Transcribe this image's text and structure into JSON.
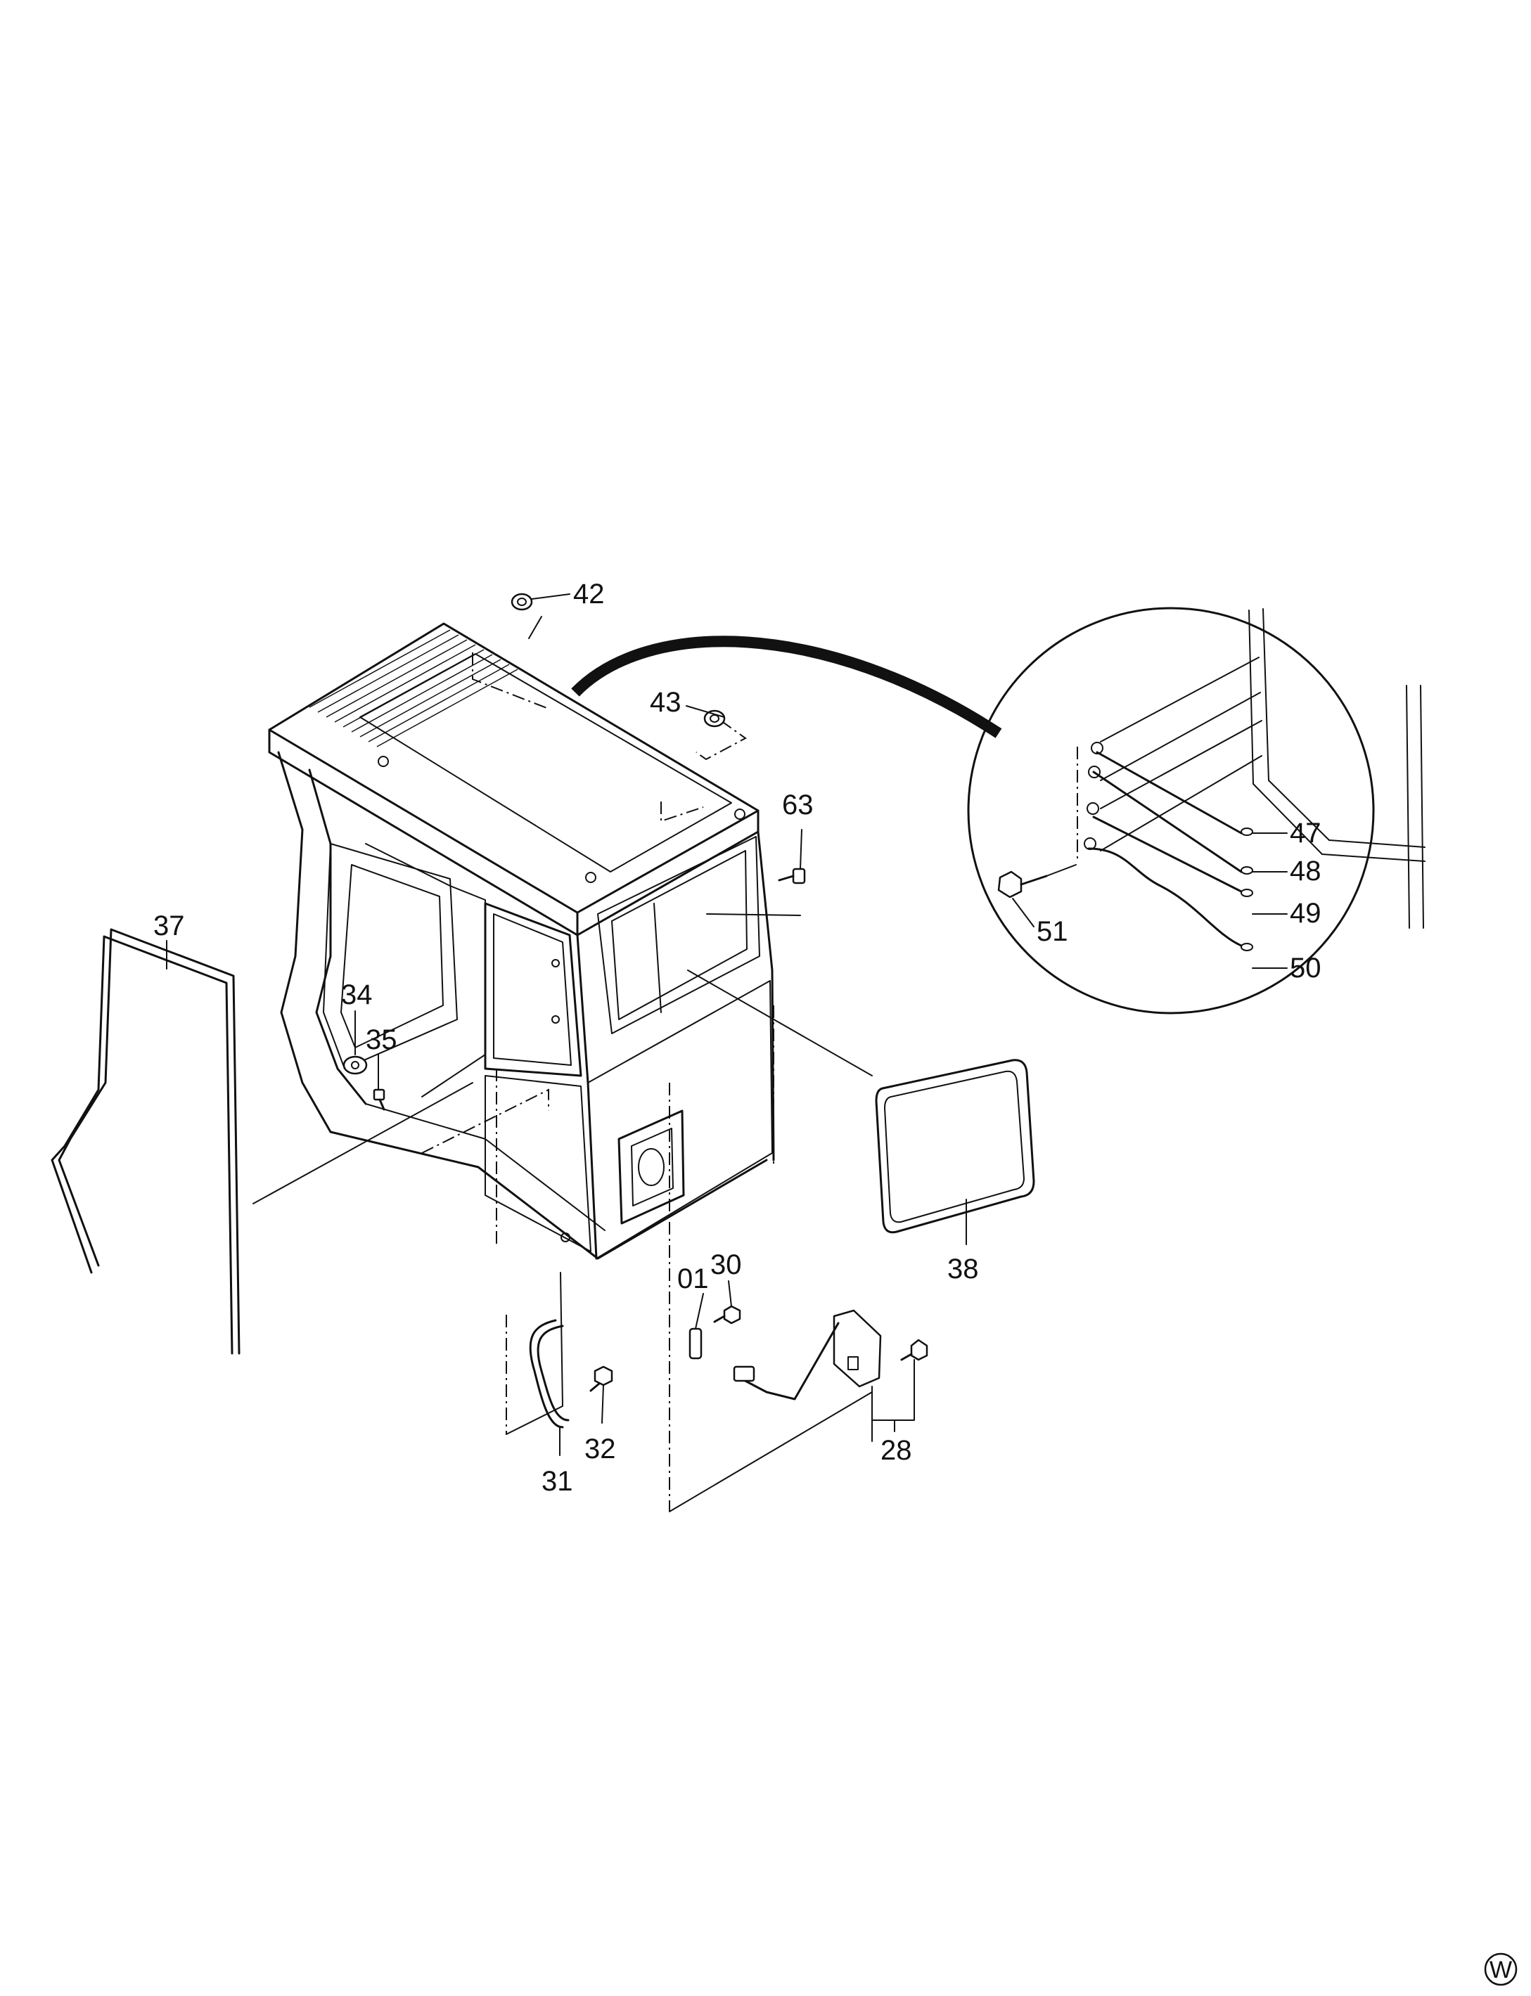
{
  "diagram": {
    "type": "exploded-parts-view",
    "part_labels": {
      "p01": "01",
      "p28": "28",
      "p30": "30",
      "p31": "31",
      "p32": "32",
      "p34": "34",
      "p35": "35",
      "p37": "37",
      "p38": "38",
      "p42": "42",
      "p43": "43",
      "p47": "47",
      "p48": "48",
      "p49": "49",
      "p50": "50",
      "p51": "51",
      "p63": "63"
    },
    "corner_mark": "W"
  }
}
